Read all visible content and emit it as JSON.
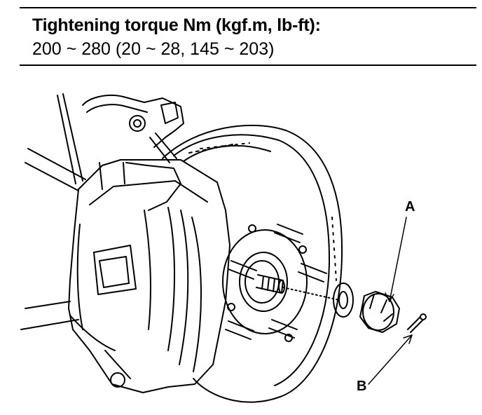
{
  "header": {
    "title": "Tightening torque Nm (kgf.m, lb-ft):",
    "value": "200 ~ 280 (20 ~ 28, 145 ~ 203)"
  },
  "diagram": {
    "callouts": [
      {
        "id": "A",
        "label": "A"
      },
      {
        "id": "B",
        "label": "B"
      }
    ],
    "line_color": "#000000",
    "background": "#ffffff"
  }
}
